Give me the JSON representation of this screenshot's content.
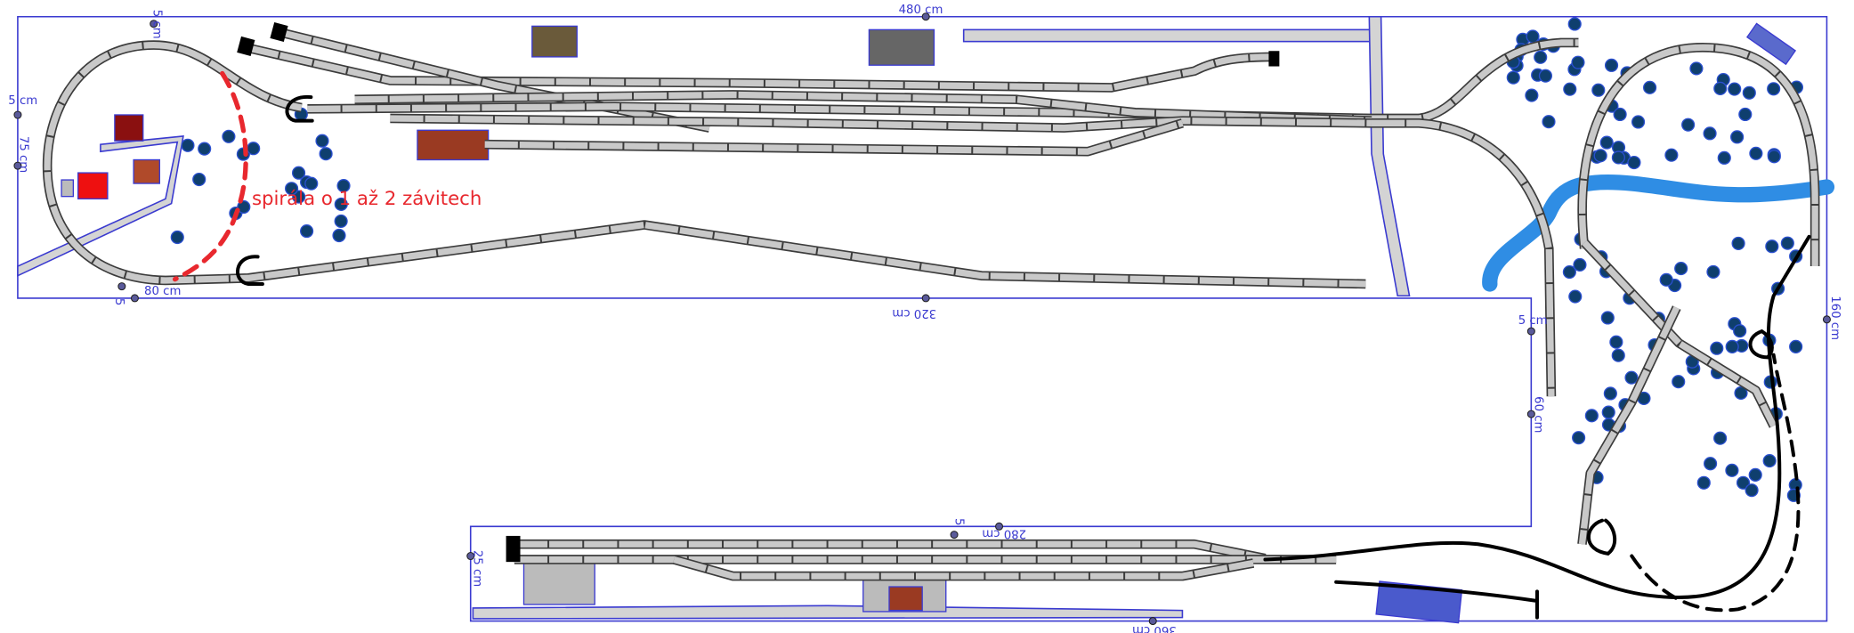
{
  "plan": {
    "annotation": "spirála o 1 až 2 závitech",
    "dimensions": {
      "top_length": "480 cm",
      "left_gap": "5 cm",
      "left_height": "75 cm",
      "left_bottom": "80 cm",
      "left_bottom_gap": "5",
      "top_left_gap": "5 cm",
      "middle_bottom": "320 cm",
      "notch_gap": "5 cm",
      "notch_height": "60 cm",
      "right_height": "160 cm",
      "lower_top": "280 cm",
      "lower_top_gap": "5",
      "lower_height": "25 cm",
      "lower_bottom": "360 cm"
    },
    "colors": {
      "board": "#3a3ad0",
      "track": "#c9c9c9",
      "tree": "#0f3f6e",
      "river": "#2f8de4",
      "annotation": "#e8282e"
    }
  }
}
